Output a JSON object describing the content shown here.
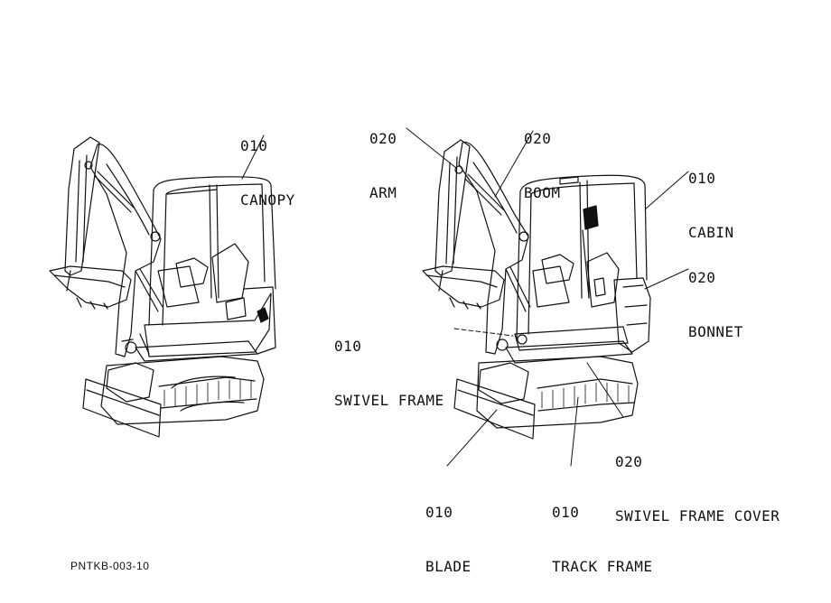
{
  "labels": {
    "canopy": {
      "code": "010",
      "name": "CANOPY"
    },
    "arm": {
      "code": "020",
      "name": "ARM"
    },
    "boom": {
      "code": "020",
      "name": "BOOM"
    },
    "cabin": {
      "code": "010",
      "name": "CABIN"
    },
    "bonnet": {
      "code": "020",
      "name": "BONNET"
    },
    "swivel_frame": {
      "code": "010",
      "name": "SWIVEL FRAME"
    },
    "swivel_frame_cover": {
      "code": "020",
      "name": "SWIVEL FRAME COVER"
    },
    "blade": {
      "code": "010",
      "name": "BLADE"
    },
    "track_frame": {
      "code": "010",
      "name": "TRACK FRAME"
    }
  },
  "figure_code": "PNTKB-003-10"
}
